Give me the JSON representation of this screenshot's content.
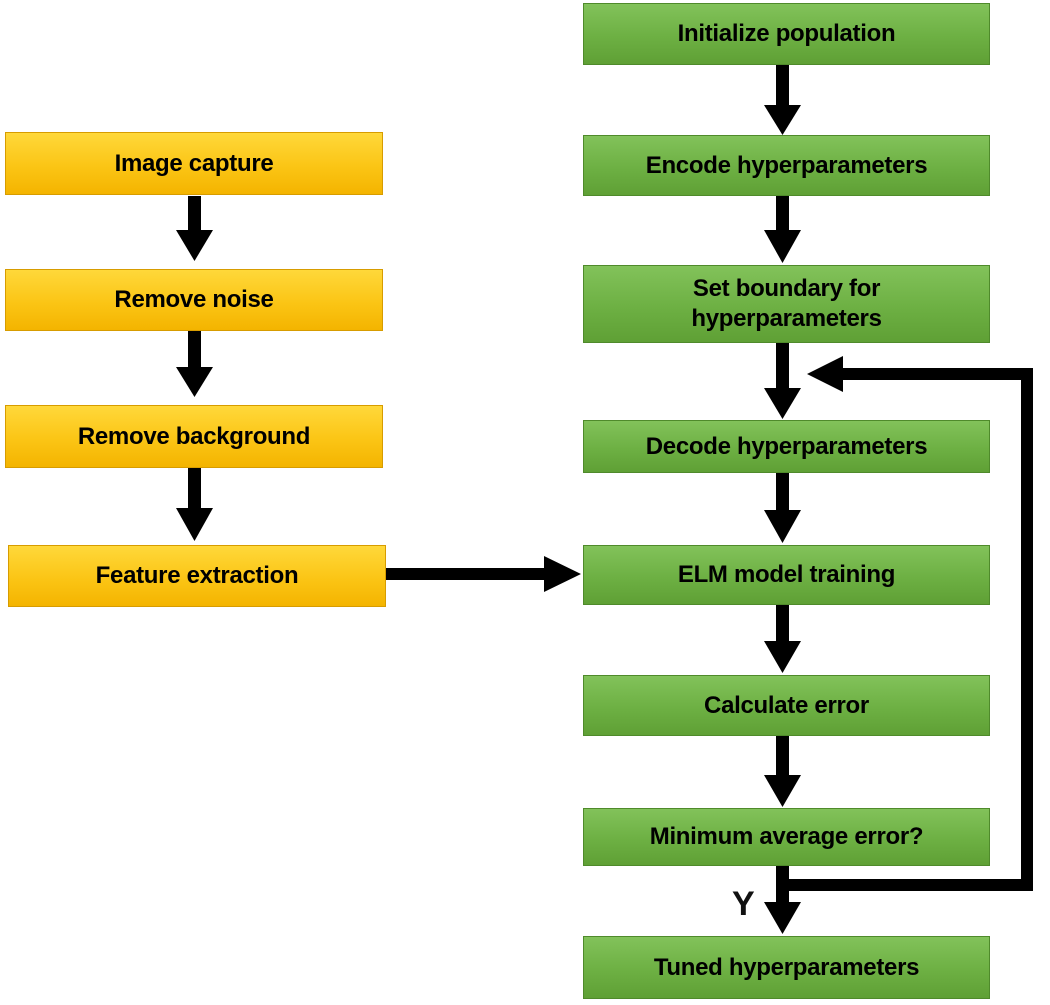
{
  "left_steps": [
    {
      "label": "Image capture"
    },
    {
      "label": "Remove noise"
    },
    {
      "label": "Remove background"
    },
    {
      "label": "Feature extraction"
    }
  ],
  "right_steps": [
    {
      "label": "Initialize population"
    },
    {
      "label": "Encode hyperparameters"
    },
    {
      "label": "Set boundary for\nhyperparameters"
    },
    {
      "label": "Decode hyperparameters"
    },
    {
      "label": "ELM model training"
    },
    {
      "label": "Calculate error"
    },
    {
      "label": "Minimum average error?"
    },
    {
      "label": "Tuned hyperparameters"
    }
  ],
  "decision_yes_label": "Y",
  "colors": {
    "left_fill": "#fbc515",
    "right_fill": "#6db043",
    "arrow": "#000000"
  }
}
